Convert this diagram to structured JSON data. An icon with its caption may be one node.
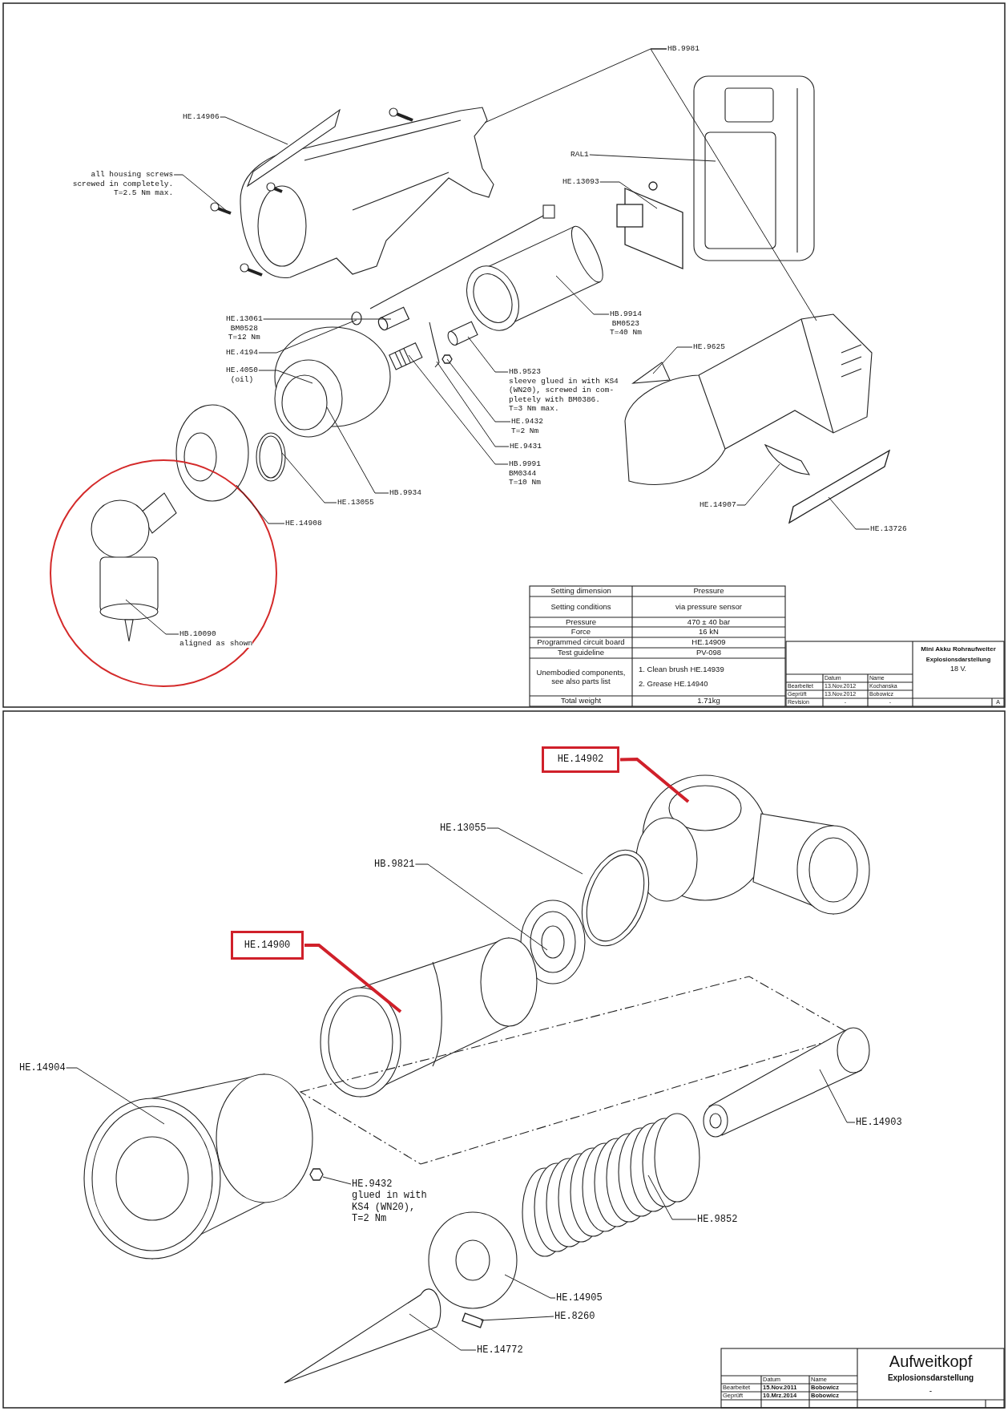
{
  "diagram": {
    "nodes": [
      {
        "text": [
          "HE.14906"
        ]
      },
      {
        "text": [
          "HB.9981"
        ]
      },
      {
        "text": [
          "all housing screws screwed in completely.",
          "T=2.5 Nm max."
        ]
      },
      {
        "text": [
          "RAL1"
        ]
      },
      {
        "text": [
          "HE.13093"
        ]
      },
      {
        "text": [
          "HE.13061",
          "BM0528",
          "T=12 Nm"
        ]
      },
      {
        "text": [
          "HE.4194"
        ]
      },
      {
        "text": [
          "HE.4050",
          "(oil)"
        ]
      },
      {
        "text": [
          "HB.9914",
          "BM0523",
          "T=40 Nm"
        ]
      },
      {
        "text": [
          "HB.9523",
          "sleeve glued in with KS4 (WN20), screwed in com- pletely with BM0386.",
          "T=3 Nm max."
        ]
      },
      {
        "text": [
          "HE.9432",
          "T=2 Nm"
        ]
      },
      {
        "text": [
          "HE.9431"
        ]
      },
      {
        "text": [
          "HB.9991",
          "BM0344",
          "T=10 Nm"
        ]
      },
      {
        "text": [
          "HE.9625"
        ]
      },
      {
        "text": [
          "HE.14907"
        ]
      },
      {
        "text": [
          "HE.13726"
        ]
      },
      {
        "text": [
          "HB.9934"
        ]
      },
      {
        "text": [
          "HE.13055"
        ]
      },
      {
        "text": [
          "HE.14908"
        ]
      },
      {
        "text": [
          "HB.10090",
          "aligned as shown"
        ]
      },
      {
        "text": [
          "HE.14902"
        ]
      },
      {
        "text": [
          "HE.13055"
        ]
      },
      {
        "text": [
          "HB.9821"
        ]
      },
      {
        "text": [
          "HE.14900"
        ]
      },
      {
        "text": [
          "HE.14904"
        ]
      },
      {
        "text": [
          "HE.14903"
        ]
      },
      {
        "text": [
          "HE.9432",
          "glued in with KS4 (WN20),",
          "T=2 Nm"
        ]
      },
      {
        "text": [
          "HE.9852"
        ]
      },
      {
        "text": [
          "HE.14905"
        ]
      },
      {
        "text": [
          "HE.8260"
        ]
      },
      {
        "text": [
          "HE.14772"
        ]
      },
      {
        "text": [],
        "shape": "picture"
      },
      {
        "text": [],
        "shape": "picture"
      },
      {
        "text": [],
        "shape": "picture"
      },
      {
        "text": [],
        "shape": "picture"
      },
      {
        "text": [],
        "shape": "picture"
      },
      {
        "text": [],
        "shape": "box"
      },
      {
        "text": [],
        "shape": "cylinder"
      },
      {
        "text": [],
        "shape": "circle"
      },
      {
        "text": [],
        "shape": "picture"
      },
      {
        "text": [],
        "shape": "picture"
      },
      {
        "text": [],
        "shape": "picture"
      },
      {
        "text": [],
        "shape": "box"
      },
      {
        "text": [],
        "shape": "picture"
      },
      {
        "text": [],
        "shape": "picture"
      },
      {
        "text": [],
        "shape": "picture"
      },
      {
        "text": [],
        "shape": "picture"
      },
      {
        "text": [],
        "shape": "bar"
      },
      {
        "text": [],
        "shape": "picture"
      },
      {
        "text": [],
        "shape": "picture"
      },
      {
        "text": [],
        "shape": "picture"
      },
      {
        "text": [],
        "shape": "picture"
      },
      {
        "text": [],
        "shape": "picture"
      },
      {
        "text": [],
        "shape": "picture"
      },
      {
        "text": [],
        "shape": "picture"
      },
      {
        "text": [],
        "shape": "picture"
      },
      {
        "text": [],
        "shape": "picture"
      },
      {
        "text": [],
        "shape": "box"
      },
      {
        "text": [],
        "shape": "picture"
      },
      {
        "text": [],
        "shape": "picture"
      },
      {
        "text": [],
        "shape": "bar"
      },
      {
        "text": [],
        "shape": "picture"
      }
    ],
    "edges": [
      {
        "from": 0,
        "to": 31,
        "arrow": "none"
      },
      {
        "from": 1,
        "to": 32,
        "arrow": "none"
      },
      {
        "from": 1,
        "to": 33,
        "arrow": "none"
      },
      {
        "from": 2,
        "to": 34,
        "arrow": "none"
      },
      {
        "from": 3,
        "to": 35,
        "arrow": "none"
      },
      {
        "from": 4,
        "to": 36,
        "arrow": "none"
      },
      {
        "from": 5,
        "to": 37,
        "arrow": "none"
      },
      {
        "from": 6,
        "to": 38,
        "arrow": "none"
      },
      {
        "from": 7,
        "to": 39,
        "arrow": "none"
      },
      {
        "from": 8,
        "to": 40,
        "arrow": "none"
      },
      {
        "from": 9,
        "to": 41,
        "arrow": "none"
      },
      {
        "from": 10,
        "to": 42,
        "arrow": "none"
      },
      {
        "from": 11,
        "to": 43,
        "arrow": "none"
      },
      {
        "from": 12,
        "to": 44,
        "arrow": "none"
      },
      {
        "from": 13,
        "to": 45,
        "arrow": "none"
      },
      {
        "from": 14,
        "to": 46,
        "arrow": "none"
      },
      {
        "from": 15,
        "to": 47,
        "arrow": "none"
      },
      {
        "from": 16,
        "to": 39,
        "arrow": "none"
      },
      {
        "from": 17,
        "to": 48,
        "arrow": "none"
      },
      {
        "from": 18,
        "to": 49,
        "arrow": "none"
      },
      {
        "from": 19,
        "to": 50,
        "arrow": "none"
      },
      {
        "from": 20,
        "to": 51,
        "arrow": "none",
        "style": "thick",
        "color": "#d0202a"
      },
      {
        "from": 21,
        "to": 52,
        "arrow": "none"
      },
      {
        "from": 22,
        "to": 53,
        "arrow": "none"
      },
      {
        "from": 23,
        "to": 54,
        "arrow": "none",
        "style": "thick",
        "color": "#d0202a"
      },
      {
        "from": 24,
        "to": 55,
        "arrow": "none"
      },
      {
        "from": 25,
        "to": 56,
        "arrow": "none"
      },
      {
        "from": 26,
        "to": 57,
        "arrow": "none"
      },
      {
        "from": 27,
        "to": 58,
        "arrow": "none"
      },
      {
        "from": 28,
        "to": 59,
        "arrow": "none"
      },
      {
        "from": 29,
        "to": 60,
        "arrow": "none"
      },
      {
        "from": 30,
        "to": 61,
        "arrow": "none"
      }
    ],
    "labels": [
      "Setting dimension",
      "Pressure",
      "Setting conditions",
      "via pressure sensor",
      "Pressure",
      "470 ± 40 bar",
      "Force",
      "16 kN",
      "Programmed circuit board",
      "HE.14909",
      "Test guideline",
      "PV-098",
      "Unembodied components, see also parts list",
      "1. Clean brush HE.14939",
      "2. Grease HE.14940",
      "Total weight",
      "1.71kg",
      "Mini Akku Rohraufweiter",
      "Explosionsdarstellung",
      "18 V.",
      "Datum",
      "Name",
      "Bearbeitet",
      "13.Nov.2012",
      "Kochanska",
      "Geprüft",
      "13.Nov.2012",
      "Bobowicz",
      "Revision",
      "-",
      "-",
      "A",
      "Aufweitkopf",
      "Explosionsdarstellung",
      "-",
      "Datum",
      "Name",
      "Bearbeitet",
      "15.Nov.2011",
      "Bobowicz",
      "Geprüft",
      "10.Mrz.2014",
      "Bobowicz"
    ]
  }
}
